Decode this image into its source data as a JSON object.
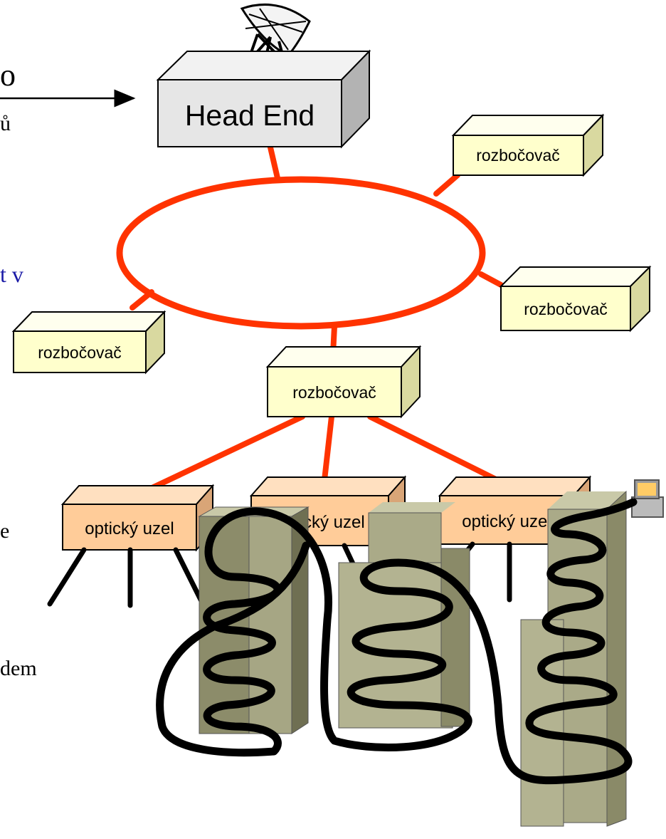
{
  "head_end": {
    "label": "Head End"
  },
  "hubs": [
    {
      "label": "rozbočovač"
    },
    {
      "label": "rozbočovač"
    },
    {
      "label": "rozbočovač"
    },
    {
      "label": "rozbočovač"
    }
  ],
  "nodes": [
    {
      "label": "optický uzel"
    },
    {
      "label": "optický uzel"
    },
    {
      "label": "optický uzel"
    }
  ],
  "cut_text": {
    "t1": "o",
    "t2": "ů",
    "t3": "t v",
    "t4": "e",
    "t5": "dem"
  },
  "colors": {
    "ring": "#ff3300",
    "hub_fill": "#ffffcc",
    "node_fill": "#ffcc99",
    "head_fill": "#e6e6e6",
    "link_text": "#1a1aa6"
  },
  "icons": [
    "satellite-dish-icon",
    "building-icon",
    "computer-terminal-icon"
  ]
}
